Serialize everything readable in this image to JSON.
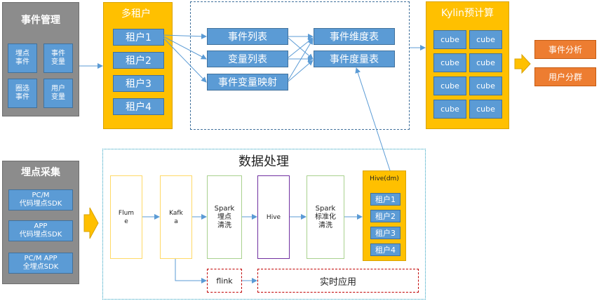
{
  "event_management": {
    "title": "事件管理",
    "items": [
      "埋点\n事件",
      "事件\n变量",
      "圈选\n事件",
      "用户\n变量"
    ]
  },
  "multi_tenant": {
    "title": "多租户",
    "tenants": [
      "租户1",
      "租户2",
      "租户3",
      "租户4"
    ]
  },
  "tables": {
    "event_list": "事件列表",
    "variable_list": "变量列表",
    "event_variable_mapping": "事件变量映射",
    "event_dimension_table": "事件维度表",
    "event_measure_table": "事件度量表"
  },
  "kylin": {
    "title": "Kylin预计算",
    "cubes": [
      "cube",
      "cube",
      "cube",
      "cube",
      "cube",
      "cube",
      "cube",
      "cube"
    ]
  },
  "outputs": {
    "event_analysis": "事件分析",
    "user_grouping": "用户分群"
  },
  "collection": {
    "title": "埋点采集",
    "sdks": [
      "PC/M\n代码埋点SDK",
      "APP\n代码埋点SDK",
      "PC/M APP\n全埋点SDK"
    ]
  },
  "processing": {
    "title": "数据处理",
    "flume": "Flum\ne",
    "kafka": "Kafk\na",
    "spark_clean": "Spark\n埋点\n清洗",
    "hive": "Hive",
    "spark_std": "Spark\n标准化\n清洗",
    "hive_dm": {
      "title": "Hive(dm)",
      "tenants": [
        "租户1",
        "租户2",
        "租户3",
        "租户4"
      ]
    },
    "flink": "flink",
    "realtime": "实时应用"
  },
  "colors": {
    "gray": "#8c8c8c",
    "blue": "#5b9bd5",
    "orange": "#ffc000",
    "red_orange": "#ed7d31",
    "line": "#5b9bd5"
  }
}
